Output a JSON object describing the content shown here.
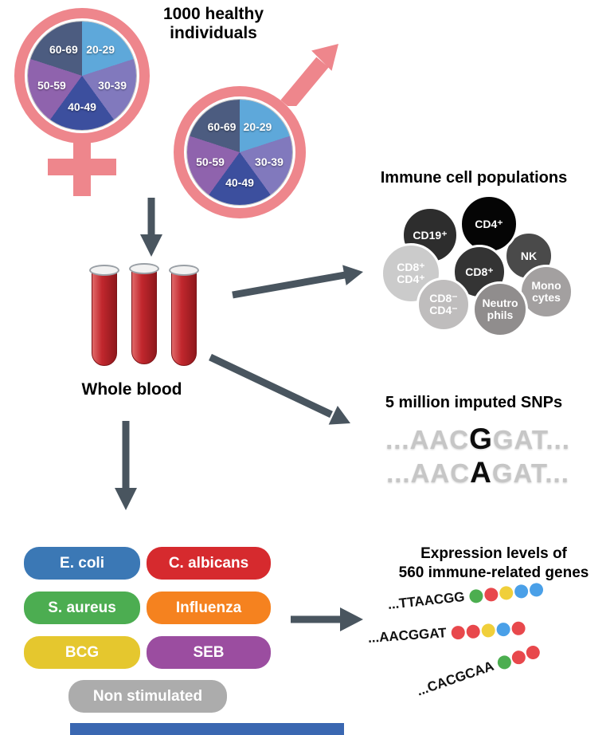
{
  "header": {
    "title": "1000 healthy\nindividuals"
  },
  "demographics": {
    "age_groups": [
      "20-29",
      "30-39",
      "40-49",
      "50-59",
      "60-69"
    ],
    "age_colors": [
      "#5ea8da",
      "#8179bd",
      "#3c4f9e",
      "#8f63ad",
      "#4c5c80"
    ]
  },
  "blood": {
    "label": "Whole blood"
  },
  "immune_cells": {
    "title": "Immune cell populations",
    "cells": [
      {
        "label": "CD19⁺",
        "color": "#2d2d2d"
      },
      {
        "label": "NK",
        "color": "#4a4a4a"
      },
      {
        "label": "CD4⁺",
        "color": "#050505"
      },
      {
        "label": "CD8⁺\nCD4⁺",
        "color": "#cbcbcb"
      },
      {
        "label": "CD8⁺",
        "color": "#343434"
      },
      {
        "label": "Mono\ncytes",
        "color": "#a3a0a0"
      },
      {
        "label": "CD8⁻\nCD4⁻",
        "color": "#bfbdbd"
      },
      {
        "label": "Neutro\nphils",
        "color": "#908d8d"
      }
    ]
  },
  "snps": {
    "title": "5 million imputed SNPs",
    "line1": {
      "prefix": "...AAC",
      "variant": "G",
      "suffix": "GAT..."
    },
    "line2": {
      "prefix": "...AAC",
      "variant": "A",
      "suffix": "GAT..."
    }
  },
  "stimulations": {
    "items": [
      {
        "label": "E. coli",
        "color": "#3b78b5"
      },
      {
        "label": "C. albicans",
        "color": "#d62a2e"
      },
      {
        "label": "S. aureus",
        "color": "#4cad51"
      },
      {
        "label": "Influenza",
        "color": "#f5821f"
      },
      {
        "label": "BCG",
        "color": "#e5c72e"
      },
      {
        "label": "SEB",
        "color": "#9b4da0"
      },
      {
        "label": "Non stimulated",
        "color": "#acacac"
      }
    ]
  },
  "expression": {
    "title": "Expression levels of\n560 immune-related genes",
    "rows": [
      {
        "seq": "...TTAACGG",
        "beads": [
          "#4cae50",
          "#e8484c",
          "#f0cf3a",
          "#4aa0e8",
          "#4aa0e8"
        ]
      },
      {
        "seq": "...AACGGAT",
        "beads": [
          "#e8484c",
          "#e8484c",
          "#f0cf3a",
          "#4aa0e8",
          "#e8484c"
        ]
      },
      {
        "seq": "...CACGCAA",
        "beads": [
          "#4cae50",
          "#e8484c",
          "#e8484c"
        ]
      }
    ]
  },
  "colors": {
    "gender_pink": "#ee868c",
    "arrow": "#49555f",
    "footer_bar": "#3a67b1"
  }
}
